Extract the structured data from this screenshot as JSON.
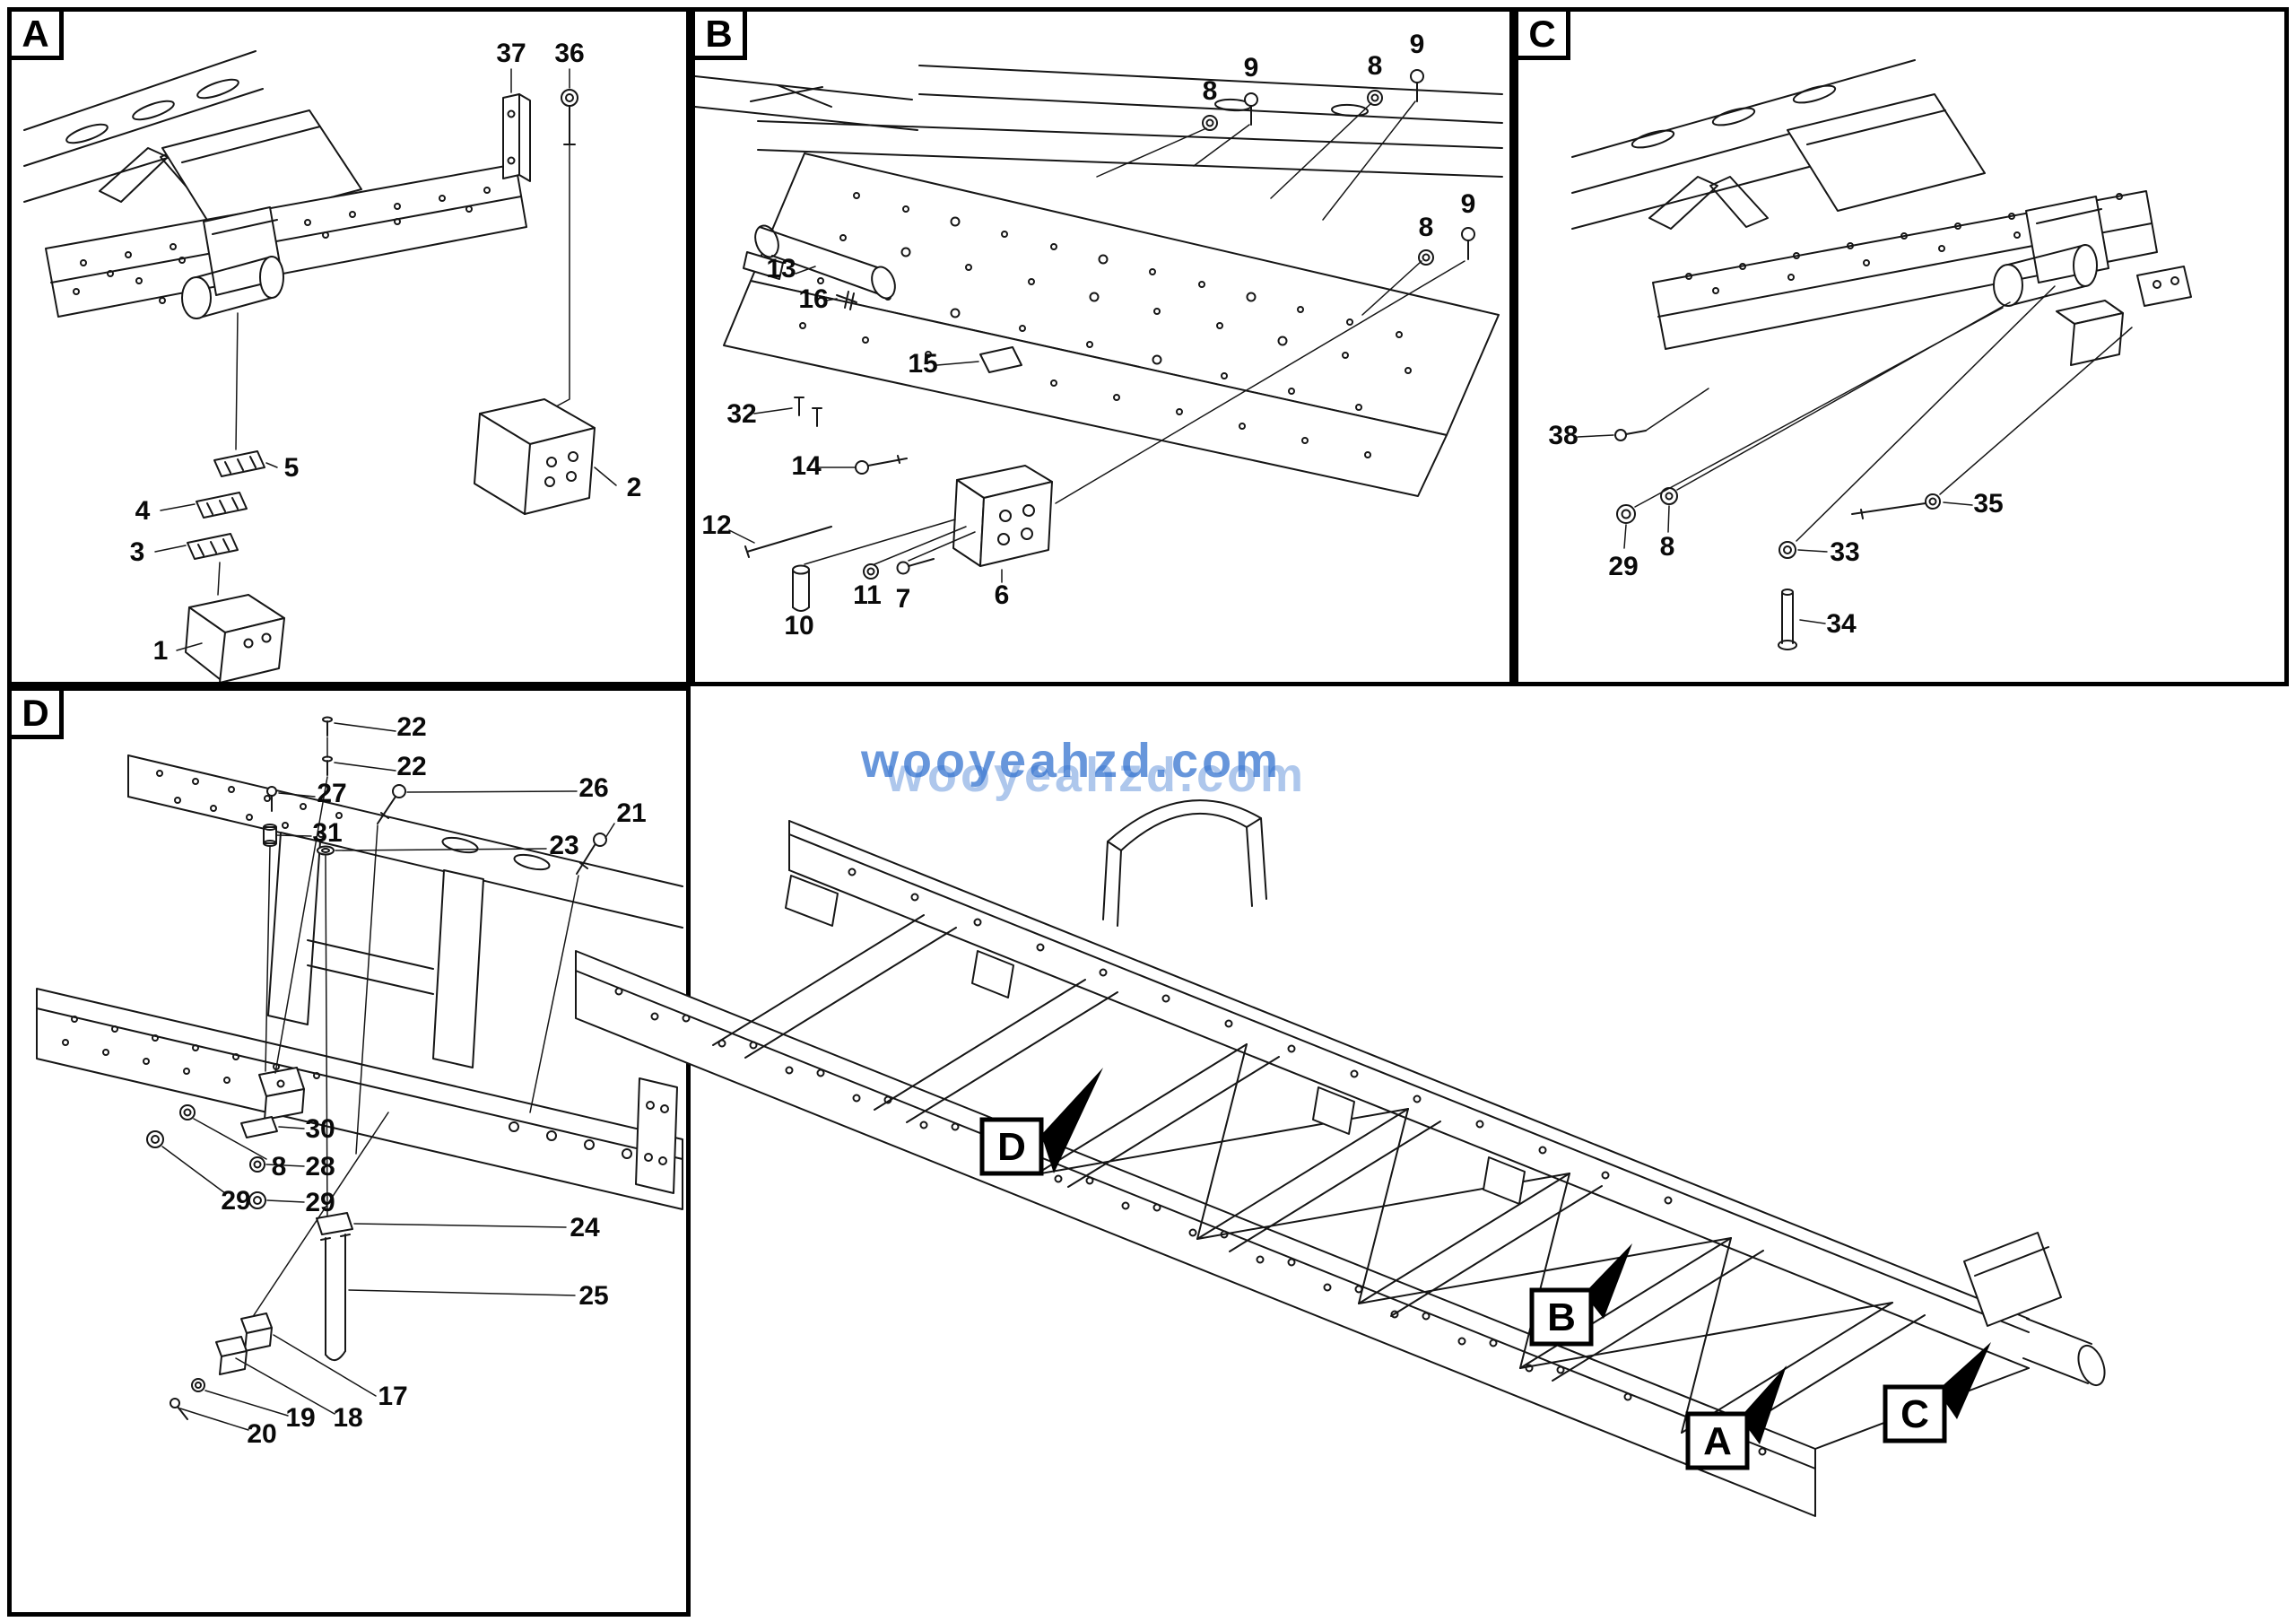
{
  "doc": {
    "watermark": "wooyeahzd.com",
    "line_color": "#161616",
    "watermark_color": "#2e6fce",
    "background": "#ffffff"
  },
  "panelA": {
    "label": "A",
    "callouts": {
      "c37": "37",
      "c36": "36",
      "c5": "5",
      "c4": "4",
      "c3": "3",
      "c2": "2",
      "c1": "1"
    }
  },
  "panelB": {
    "label": "B",
    "callouts": {
      "c8a": "8",
      "c9a": "9",
      "c8b": "8",
      "c9b": "9",
      "c8c": "8",
      "c9c": "9",
      "c13": "13",
      "c16": "16",
      "c15": "15",
      "c32": "32",
      "c14": "14",
      "c12": "12",
      "c10": "10",
      "c11": "11",
      "c7": "7",
      "c6": "6"
    }
  },
  "panelC": {
    "label": "C",
    "callouts": {
      "c38": "38",
      "c29": "29",
      "c8": "8",
      "c35": "35",
      "c33": "33",
      "c34": "34"
    }
  },
  "panelD": {
    "label": "D",
    "callouts": {
      "c22a": "22",
      "c22b": "22",
      "c27": "27",
      "c31": "31",
      "c26": "26",
      "c23": "23",
      "c21": "21",
      "c29a": "29",
      "c8": "8",
      "c30": "30",
      "c28": "28",
      "c29b": "29",
      "c24": "24",
      "c25": "25",
      "c17": "17",
      "c18": "18",
      "c19": "19",
      "c20": "20"
    }
  },
  "main": {
    "labels": {
      "a": "A",
      "b": "B",
      "c": "C",
      "d": "D"
    }
  }
}
